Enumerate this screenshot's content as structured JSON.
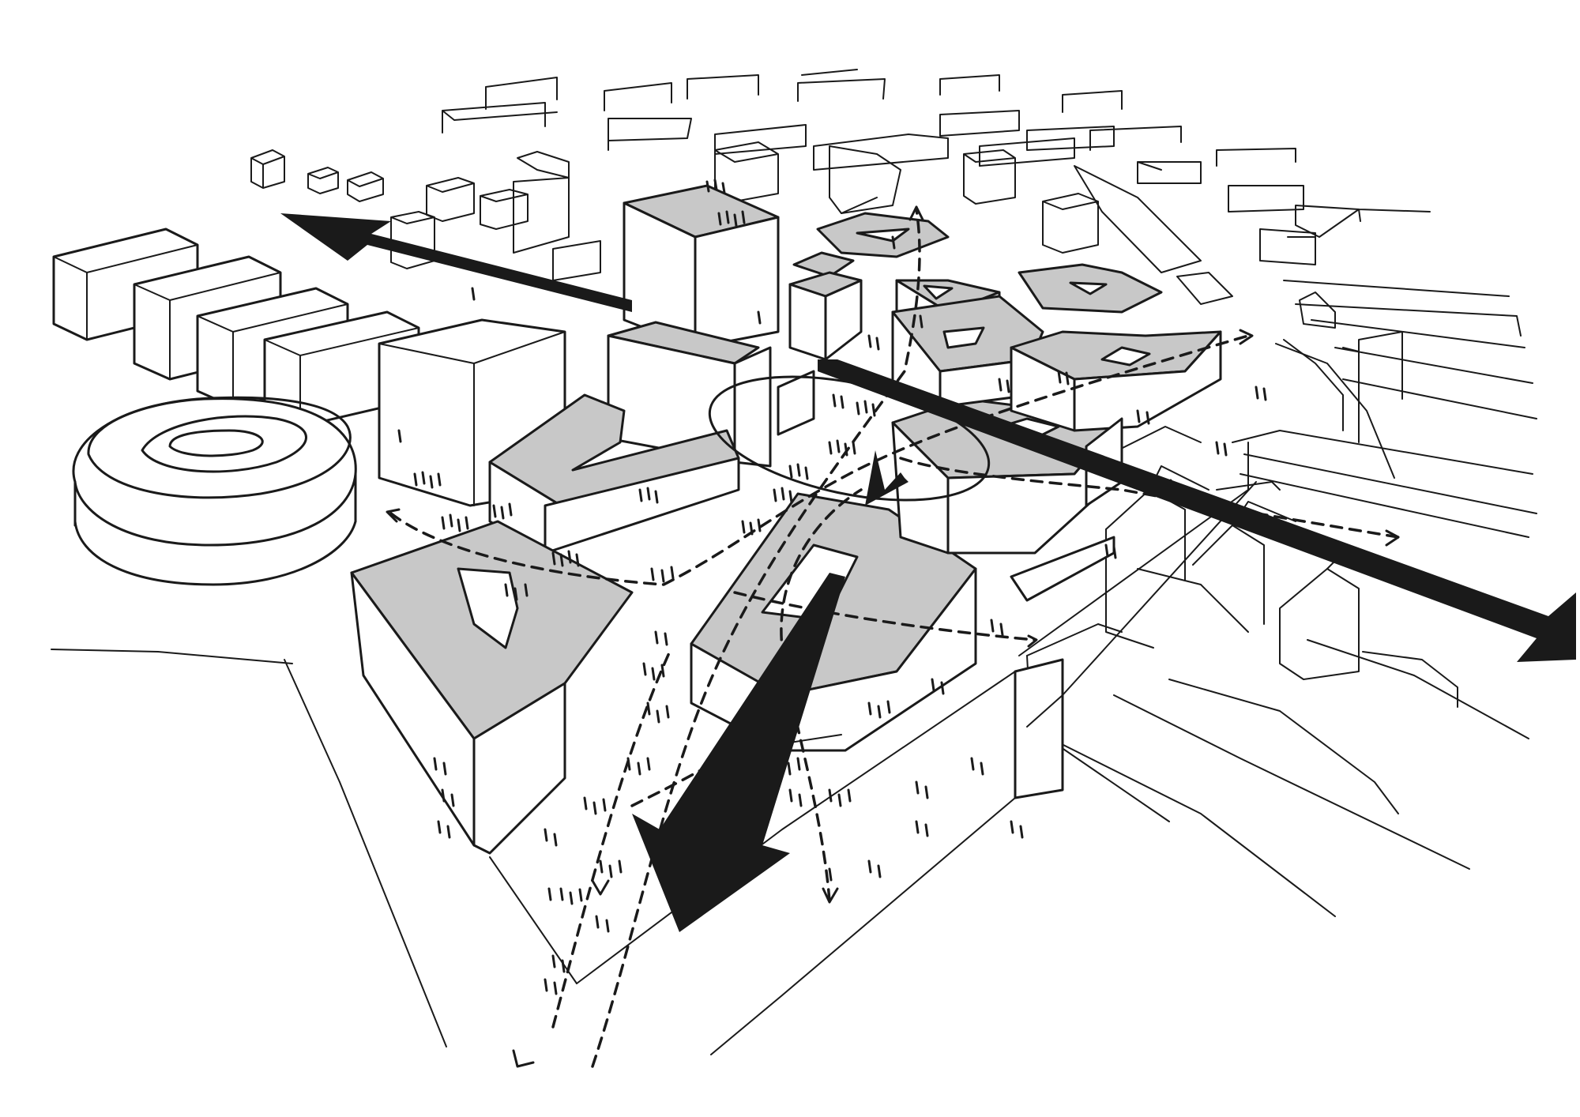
{
  "diagram": {
    "colors": {
      "ink": "#1a1a1a",
      "roof_fill": "#c8c8c8",
      "paper": "#ffffff"
    },
    "elements": [
      "context-building-blocks",
      "rotunda-building",
      "courtyard-blocks-with-grey-roofs",
      "tower-blocks",
      "central-plaza-circle",
      "main-axis-arrows",
      "dashed-pedestrian-routes",
      "tree-stipple-marks"
    ]
  }
}
